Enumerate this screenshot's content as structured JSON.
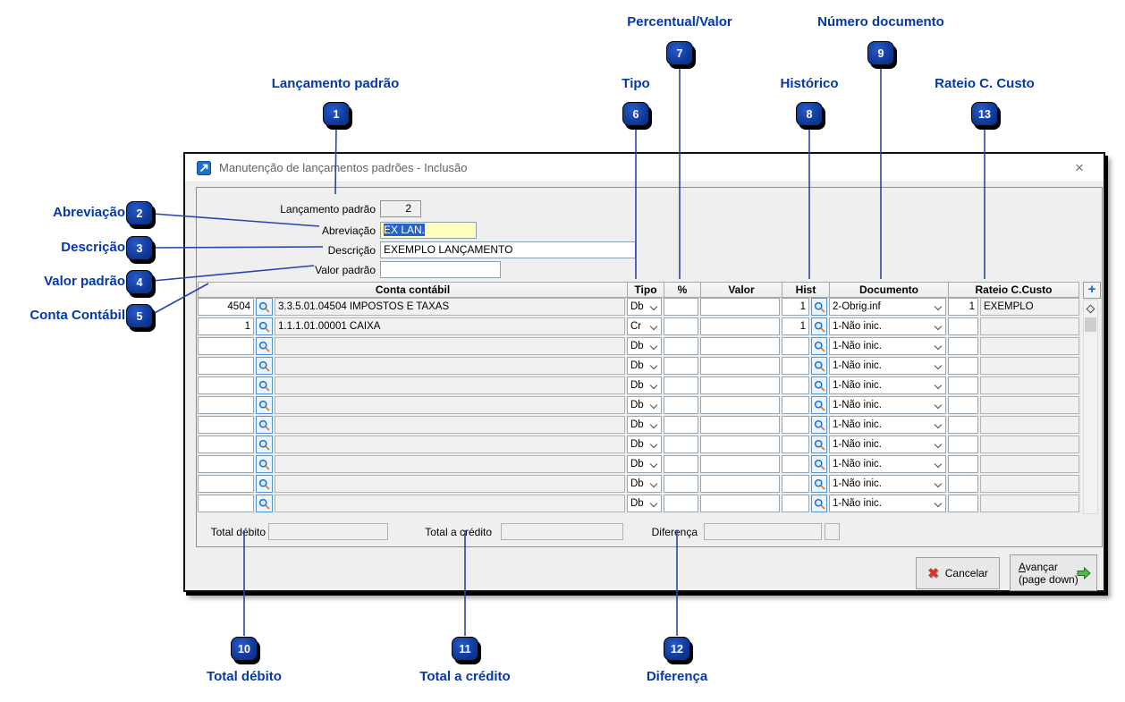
{
  "annotations": {
    "colors": {
      "badge": "#0c3592",
      "line": "#2846a8",
      "label": "#0538a8"
    },
    "callouts": [
      {
        "num": "1",
        "label": "Lançamento padrão"
      },
      {
        "num": "2",
        "label": "Abreviação"
      },
      {
        "num": "3",
        "label": "Descrição"
      },
      {
        "num": "4",
        "label": "Valor padrão"
      },
      {
        "num": "5",
        "label": "Conta Contábil"
      },
      {
        "num": "6",
        "label": "Tipo"
      },
      {
        "num": "7",
        "label": "Percentual/Valor"
      },
      {
        "num": "8",
        "label": "Histórico"
      },
      {
        "num": "9",
        "label": "Número documento"
      },
      {
        "num": "10",
        "label": "Total débito"
      },
      {
        "num": "11",
        "label": "Total a crédito"
      },
      {
        "num": "12",
        "label": "Diferença"
      },
      {
        "num": "13",
        "label": "Rateio C. Custo"
      }
    ]
  },
  "dialog": {
    "title": "Manutenção de lançamentos padrões - Inclusão",
    "close_glyph": "×",
    "icons": {
      "window_icon": "blue-arrow-up-right",
      "lookup_icon": "magnifier",
      "cancel_icon": "red-x",
      "advance_icon": "green-arrow-right",
      "add_icon": "plus"
    },
    "form": {
      "lancamento_label": "Lançamento padrão",
      "lancamento_value": "2",
      "abreviacao_label": "Abreviação",
      "abreviacao_value": "EX LAN.",
      "abreviacao_bg": "#ffffbe",
      "descricao_label": "Descrição",
      "descricao_value": "EXEMPLO LANÇAMENTO",
      "valor_label": "Valor padrão",
      "valor_value": ""
    },
    "table": {
      "headers": {
        "conta": "Conta contábil",
        "tipo": "Tipo",
        "pct": "%",
        "valor": "Valor",
        "hist": "Hist",
        "documento": "Documento",
        "rateio": "Rateio C.Custo",
        "add": "+"
      },
      "rows": [
        {
          "code": "4504",
          "account": "3.3.5.01.04504 IMPOSTOS E TAXAS",
          "tipo": "Db",
          "pct": "",
          "valor": "",
          "hist": "1",
          "documento": "2-Obrig.inf",
          "rateio_num": "1",
          "rateio_desc": "EXEMPLO"
        },
        {
          "code": "1",
          "account": "1.1.1.01.00001 CAIXA",
          "tipo": "Cr",
          "pct": "",
          "valor": "",
          "hist": "1",
          "documento": "1-Não inic.",
          "rateio_num": "",
          "rateio_desc": ""
        },
        {
          "code": "",
          "account": "",
          "tipo": "Db",
          "pct": "",
          "valor": "",
          "hist": "",
          "documento": "1-Não inic.",
          "rateio_num": "",
          "rateio_desc": ""
        },
        {
          "code": "",
          "account": "",
          "tipo": "Db",
          "pct": "",
          "valor": "",
          "hist": "",
          "documento": "1-Não inic.",
          "rateio_num": "",
          "rateio_desc": ""
        },
        {
          "code": "",
          "account": "",
          "tipo": "Db",
          "pct": "",
          "valor": "",
          "hist": "",
          "documento": "1-Não inic.",
          "rateio_num": "",
          "rateio_desc": ""
        },
        {
          "code": "",
          "account": "",
          "tipo": "Db",
          "pct": "",
          "valor": "",
          "hist": "",
          "documento": "1-Não inic.",
          "rateio_num": "",
          "rateio_desc": ""
        },
        {
          "code": "",
          "account": "",
          "tipo": "Db",
          "pct": "",
          "valor": "",
          "hist": "",
          "documento": "1-Não inic.",
          "rateio_num": "",
          "rateio_desc": ""
        },
        {
          "code": "",
          "account": "",
          "tipo": "Db",
          "pct": "",
          "valor": "",
          "hist": "",
          "documento": "1-Não inic.",
          "rateio_num": "",
          "rateio_desc": ""
        },
        {
          "code": "",
          "account": "",
          "tipo": "Db",
          "pct": "",
          "valor": "",
          "hist": "",
          "documento": "1-Não inic.",
          "rateio_num": "",
          "rateio_desc": ""
        },
        {
          "code": "",
          "account": "",
          "tipo": "Db",
          "pct": "",
          "valor": "",
          "hist": "",
          "documento": "1-Não inic.",
          "rateio_num": "",
          "rateio_desc": ""
        },
        {
          "code": "",
          "account": "",
          "tipo": "Db",
          "pct": "",
          "valor": "",
          "hist": "",
          "documento": "1-Não inic.",
          "rateio_num": "",
          "rateio_desc": ""
        }
      ]
    },
    "totals": {
      "debito_label": "Total débito",
      "debito_value": "",
      "credito_label": "Total a crédito",
      "credito_value": "",
      "diferenca_label": "Diferença",
      "diferenca_value": ""
    },
    "buttons": {
      "cancel_label": "Cancelar",
      "advance_line1": "Avançar",
      "advance_line2": "(page down)"
    }
  }
}
